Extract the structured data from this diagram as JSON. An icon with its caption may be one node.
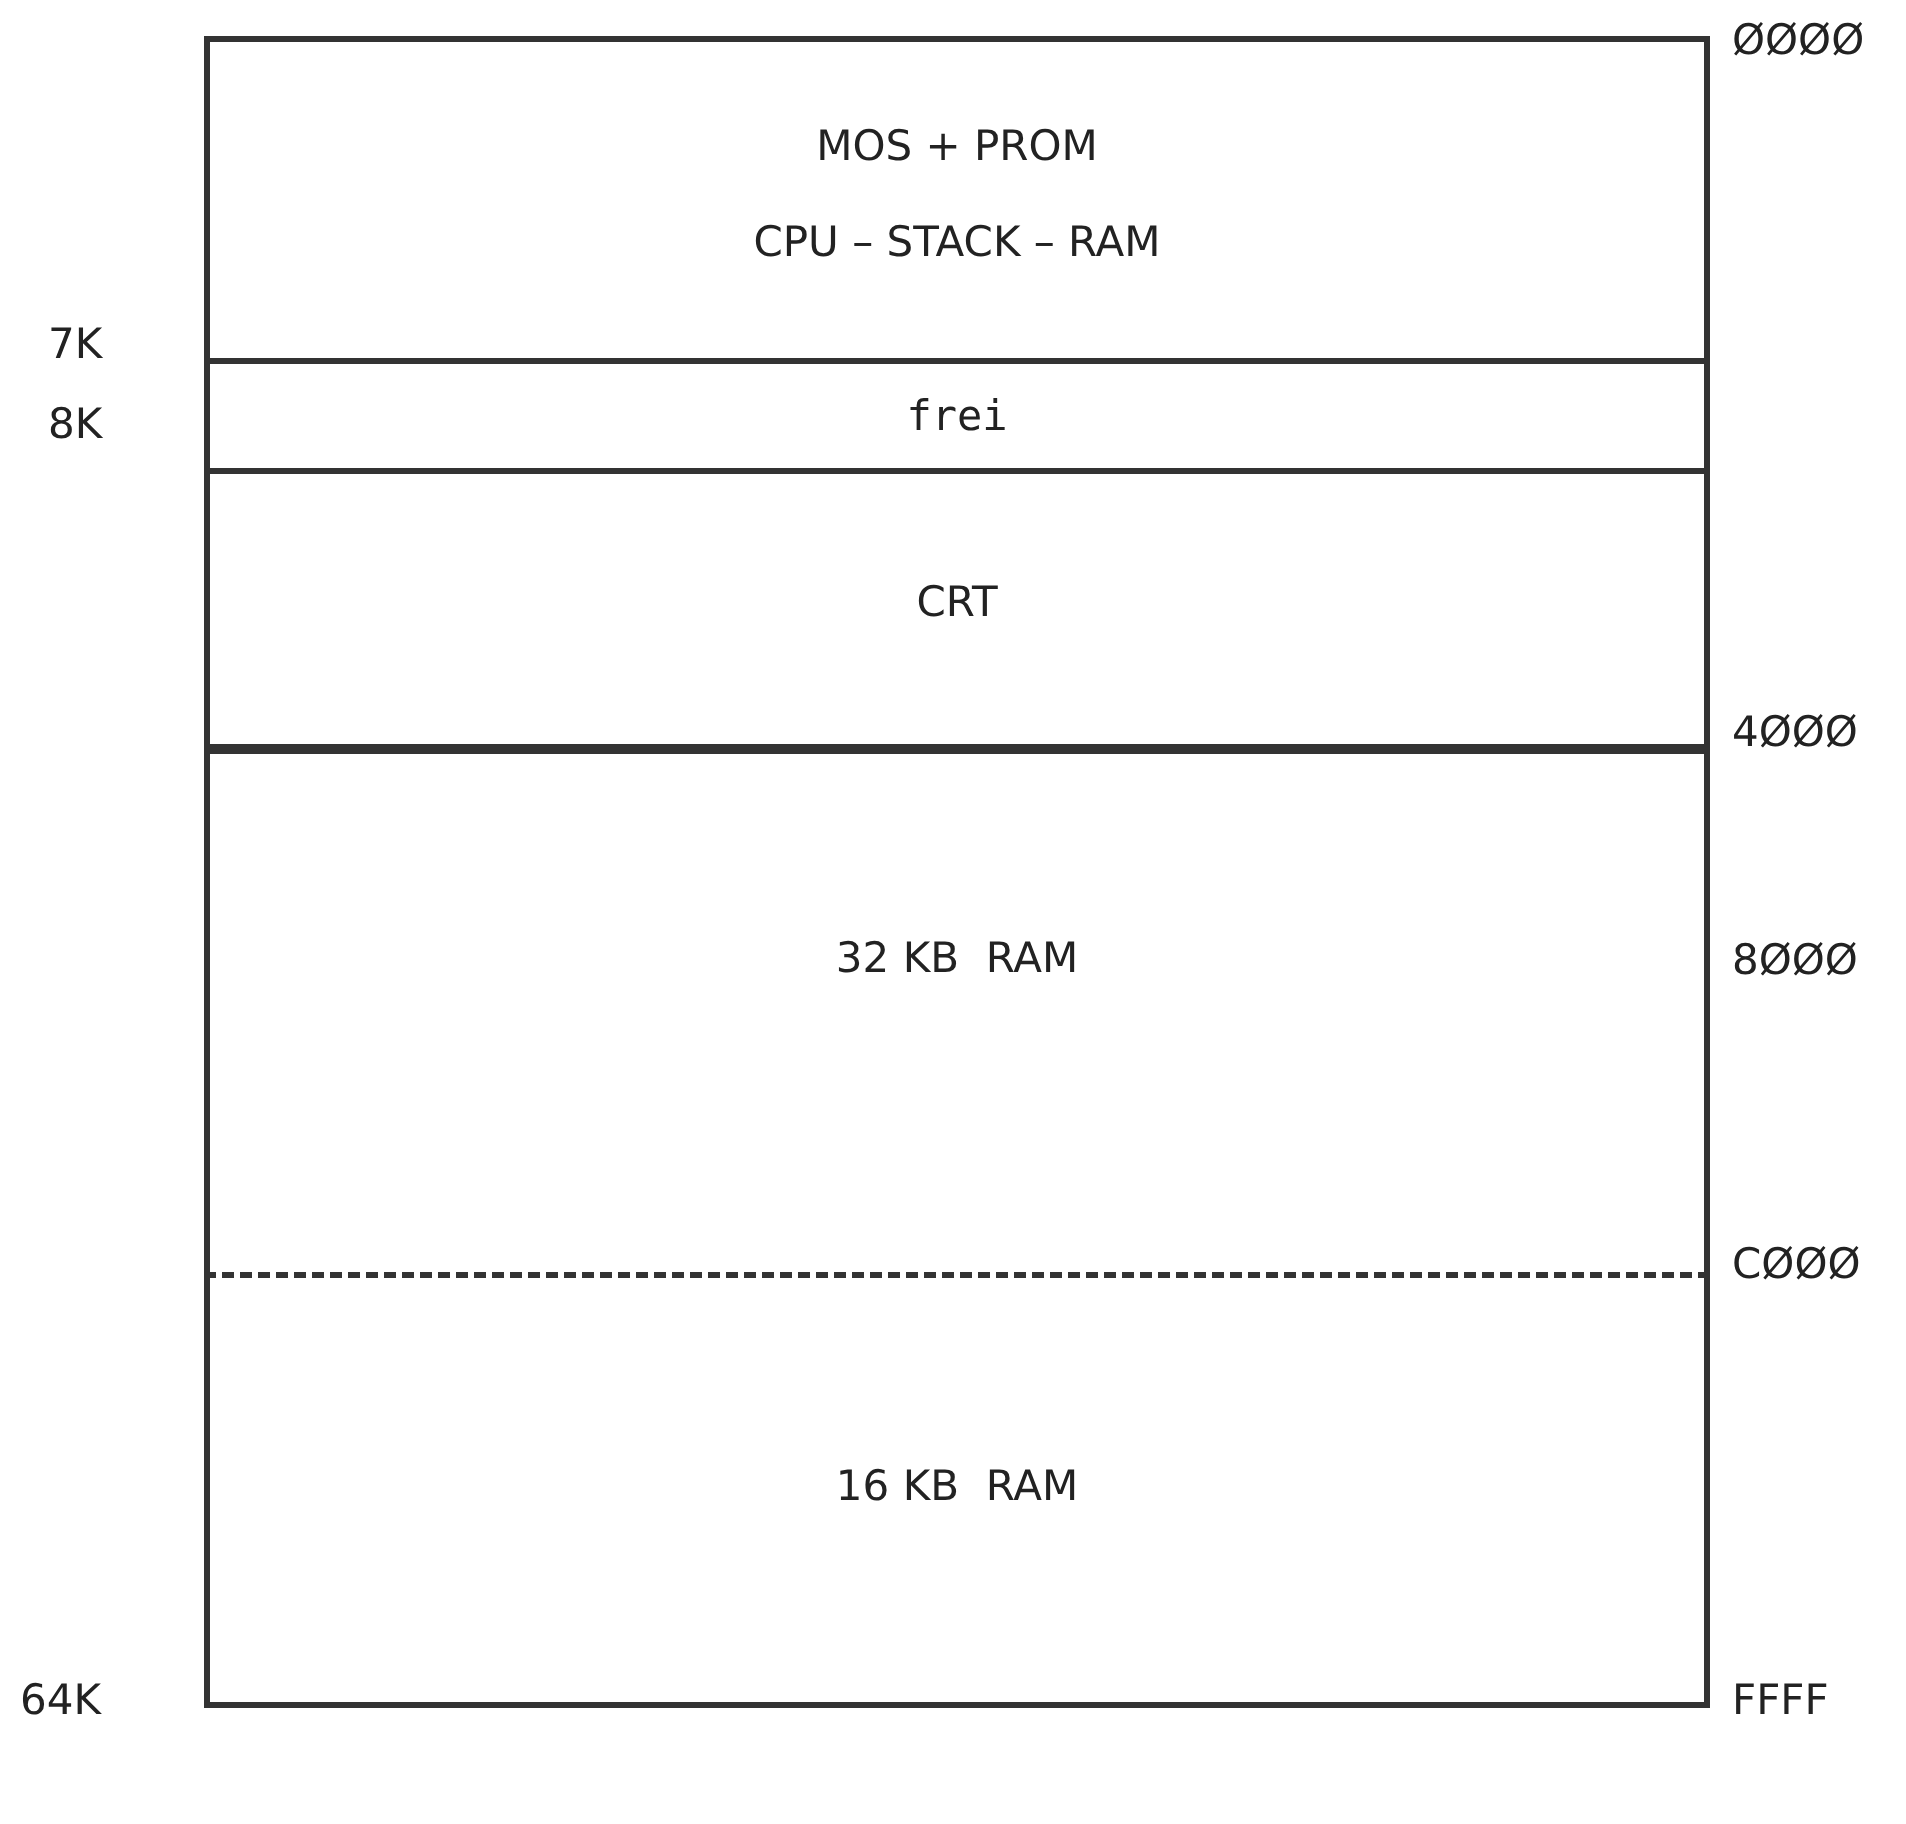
{
  "diagram": {
    "nodes": [
      {
        "text": [
          "MOS + PROM",
          "CPU – STACK – RAM"
        ]
      },
      {
        "text": [
          "frei"
        ]
      },
      {
        "text": [
          "CRT"
        ]
      },
      {
        "text": [
          "32 KB  RAM"
        ]
      },
      {
        "text": [
          "16 KB  RAM"
        ]
      }
    ],
    "labels": [
      "ØØØØ",
      "7K",
      "8K",
      "4ØØØ",
      "8ØØØ",
      "CØØØ",
      "64K",
      "FFFF"
    ]
  }
}
